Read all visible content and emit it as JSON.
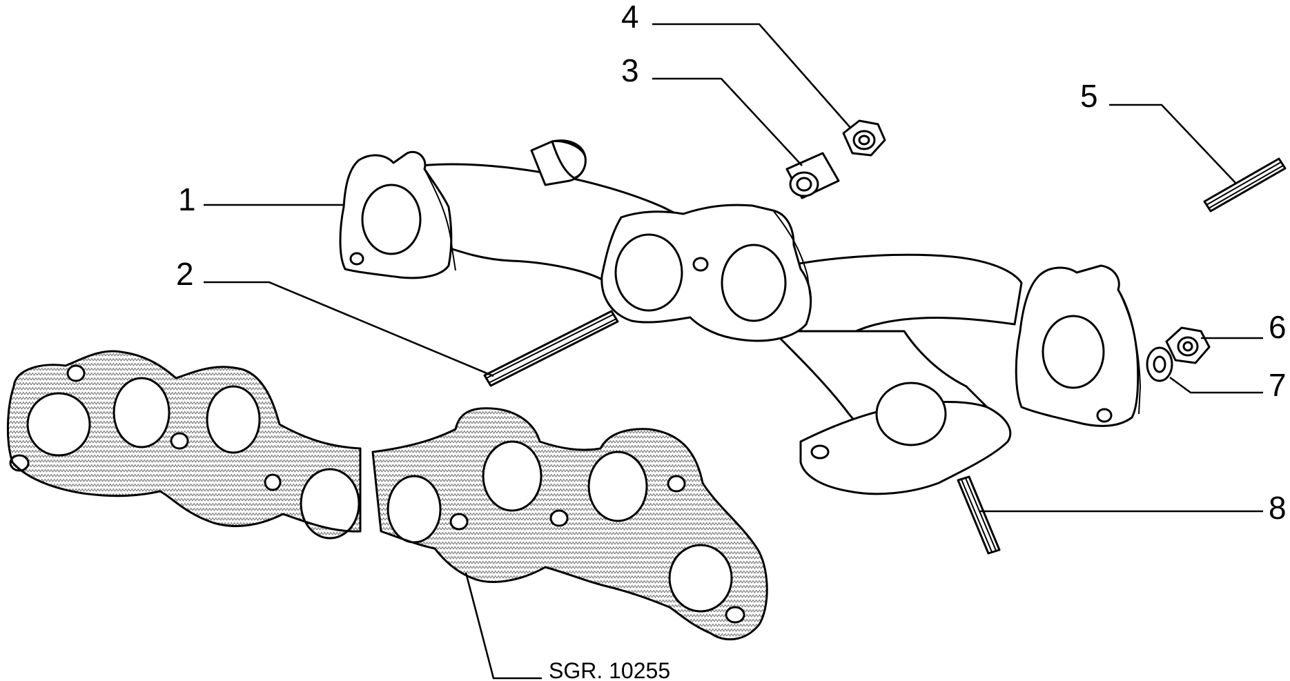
{
  "diagram": {
    "reference_code": "SGR. 10255",
    "callouts": [
      {
        "id": "1",
        "label": "1"
      },
      {
        "id": "2",
        "label": "2"
      },
      {
        "id": "3",
        "label": "3"
      },
      {
        "id": "4",
        "label": "4"
      },
      {
        "id": "5",
        "label": "5"
      },
      {
        "id": "6",
        "label": "6"
      },
      {
        "id": "7",
        "label": "7"
      },
      {
        "id": "8",
        "label": "8"
      }
    ],
    "parts": [
      {
        "callout": "1",
        "icon": "exhaust-manifold-icon"
      },
      {
        "callout": "2",
        "icon": "long-stud-icon"
      },
      {
        "callout": "3",
        "icon": "spacer-sleeve-icon"
      },
      {
        "callout": "4",
        "icon": "hex-nut-icon"
      },
      {
        "callout": "5",
        "icon": "short-stud-icon"
      },
      {
        "callout": "6",
        "icon": "hex-nut-icon"
      },
      {
        "callout": "7",
        "icon": "washer-icon"
      },
      {
        "callout": "8",
        "icon": "outlet-stud-icon"
      },
      {
        "callout": "",
        "icon": "manifold-gasket-icon"
      }
    ],
    "colors": {
      "line": "#000000",
      "background": "#ffffff"
    }
  }
}
